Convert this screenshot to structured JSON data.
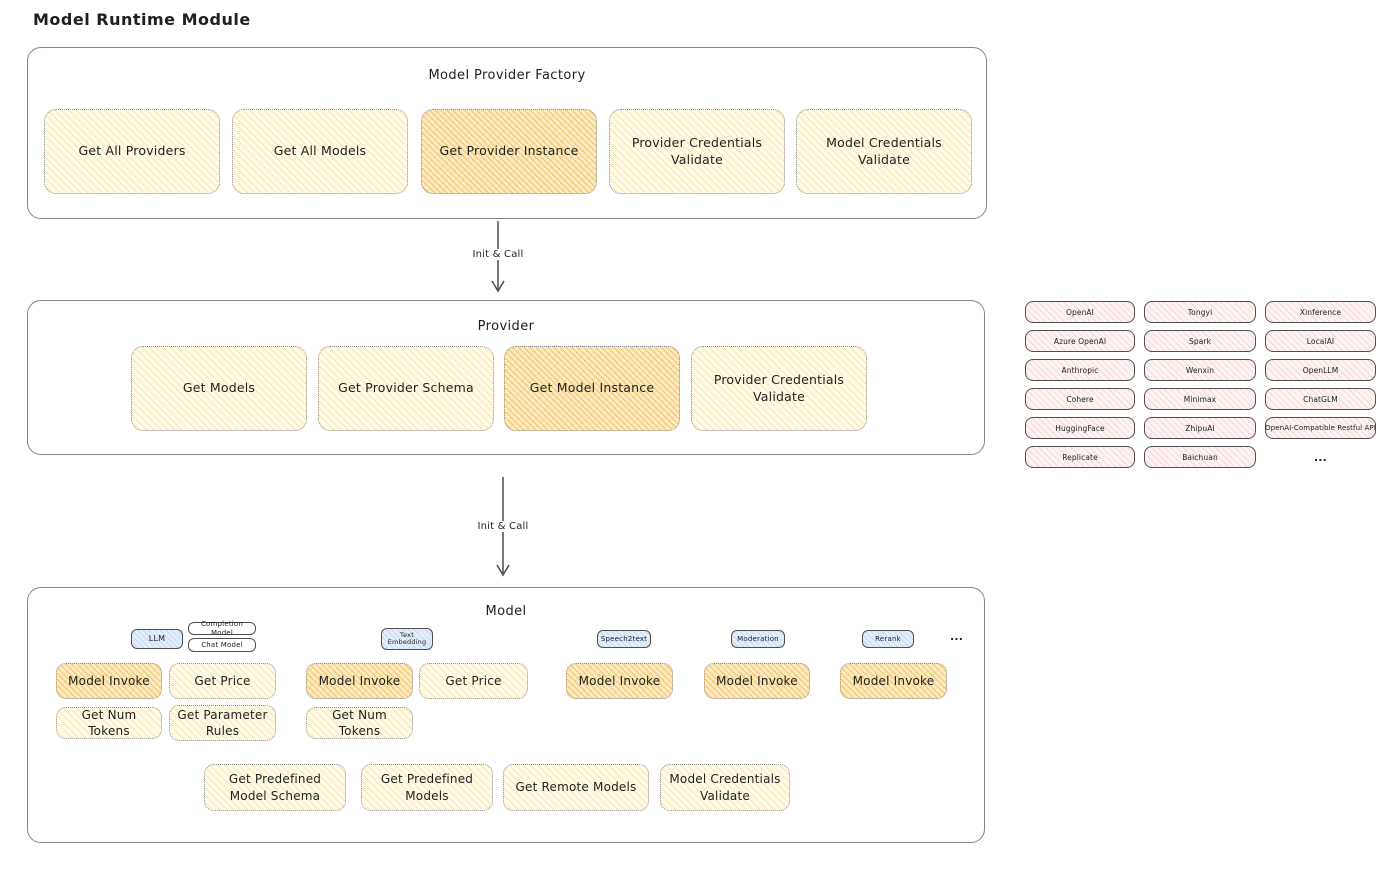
{
  "page_title": "Model Runtime Module",
  "flow": {
    "init_call_1": "Init & Call",
    "init_call_2": "Init & Call"
  },
  "factory": {
    "title": "Model Provider Factory",
    "items": [
      {
        "label": "Get All Providers",
        "highlight": false
      },
      {
        "label": "Get All Models",
        "highlight": false
      },
      {
        "label": "Get Provider Instance",
        "highlight": true
      },
      {
        "label": "Provider Credentials Validate",
        "highlight": false
      },
      {
        "label": "Model Credentials Validate",
        "highlight": false
      }
    ]
  },
  "provider": {
    "title": "Provider",
    "items": [
      {
        "label": "Get Models",
        "highlight": false
      },
      {
        "label": "Get Provider Schema",
        "highlight": false
      },
      {
        "label": "Get Model Instance",
        "highlight": true
      },
      {
        "label": "Provider Credentials Validate",
        "highlight": false
      }
    ]
  },
  "registry": {
    "cells": [
      "OpenAI",
      "Tongyi",
      "Xinference",
      "Azure OpenAI",
      "Spark",
      "LocalAI",
      "Anthropic",
      "Wenxin",
      "OpenLLM",
      "Cohere",
      "Minimax",
      "ChatGLM",
      "HuggingFace",
      "ZhipuAI",
      "OpenAI-Compatible Restful API",
      "Replicate",
      "Baichuan"
    ],
    "more": "..."
  },
  "model": {
    "title": "Model",
    "tags": {
      "llm": "LLM",
      "completion": "Completion Model",
      "chat": "Chat Model",
      "text_embedding": "Text Embedding",
      "speech2text": "Speech2text",
      "moderation": "Moderation",
      "rerank": "Rerank",
      "more": "..."
    },
    "actions": {
      "invoke_llm": "Model Invoke",
      "price_llm": "Get Price",
      "tokens_llm": "Get Num Tokens",
      "param_rules_llm": "Get Parameter Rules",
      "invoke_te": "Model Invoke",
      "price_te": "Get Price",
      "tokens_te": "Get Num Tokens",
      "invoke_s2t": "Model Invoke",
      "invoke_mod": "Model Invoke",
      "invoke_rerank": "Model Invoke",
      "predefined_schema": "Get Predefined Model Schema",
      "predefined_models": "Get Predefined Models",
      "remote_models": "Get Remote Models",
      "credentials_validate": "Model Credentials Validate"
    }
  },
  "colors": {
    "panel_border": "#858585",
    "box_yellow": "#fffbe6",
    "box_orange": "#fcecc3",
    "box_pink": "#fdf3f3",
    "tag_blue": "#e3eefb"
  }
}
